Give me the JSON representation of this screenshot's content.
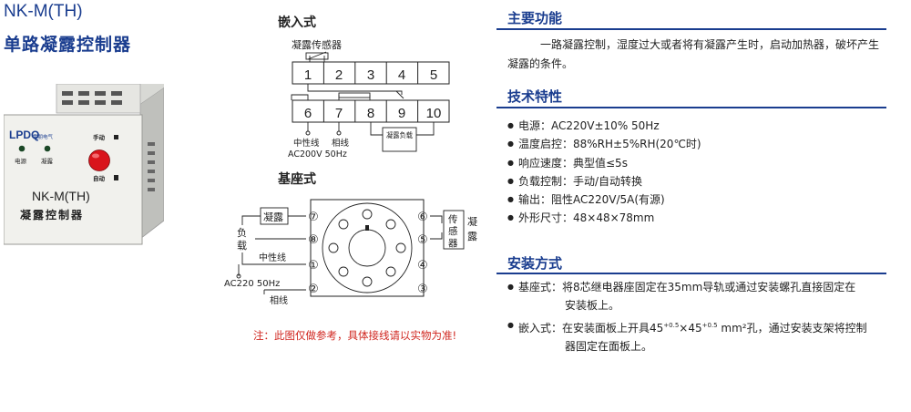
{
  "product": {
    "model": "NK-M(TH)",
    "name": "单路凝露控制器"
  },
  "device": {
    "brand": "LPDQ",
    "brand_sub": "雷朋电气",
    "label_power": "电源",
    "label_condense": "凝露",
    "label_manual": "手动",
    "label_auto": "自动",
    "model": "NK-M(TH)",
    "name": "凝露控制器"
  },
  "embedded": {
    "heading": "嵌入式",
    "sensor_label": "凝露传感器",
    "top_terminals": [
      "1",
      "2",
      "3",
      "4",
      "5"
    ],
    "bottom_terminals": [
      "6",
      "7",
      "8",
      "9",
      "10"
    ],
    "neutral": "中性线",
    "phase": "相线",
    "supply": "AC200V 50Hz",
    "load_label": "凝露负载"
  },
  "socket": {
    "heading": "基座式",
    "load_box": "凝露",
    "load_side": "负载",
    "neutral": "中性线",
    "supply": "AC220 50Hz",
    "phase": "相线",
    "sensor_box": "传感器",
    "sensor_side": "凝露",
    "pins_left": [
      "⑦",
      "⑧",
      "①",
      "②"
    ],
    "pins_right": [
      "⑥",
      "⑤",
      "④",
      "③"
    ]
  },
  "note": "注：此图仅做参考，具体接线请以实物为准!",
  "functions": {
    "title": "主要功能",
    "text": "一路凝露控制，湿度过大或者将有凝露产生时，启动加热器，破坏产生凝露的条件。"
  },
  "specs": {
    "title": "技术特性",
    "items": [
      "电源：AC220V±10% 50Hz",
      "温度启控：88%RH±5%RH(20℃时)",
      "响应速度：典型值≤5s",
      "负载控制：手动/自动转换",
      "输出：阻性AC220V/5A(有源)",
      "外形尺寸：48×48×78mm"
    ]
  },
  "install": {
    "title": "安装方式",
    "item1_line1": "基座式：将8芯继电器座固定在35mm导轨或通过安装螺孔直接固定在",
    "item1_line2": "安装板上。",
    "item2_pre": "嵌入式：在安装面板上开具45",
    "item2_sup1": "+0.5",
    "item2_mid": "×45",
    "item2_sup2": "+0.5",
    "item2_post": " mm²孔，通过安装支架将控制",
    "item2_line2": "器固定在面板上。"
  },
  "colors": {
    "accent": "#1a3d8f",
    "note_red": "#d0261f",
    "button_red": "#d9141c",
    "device_bg": "#eeeeea"
  }
}
